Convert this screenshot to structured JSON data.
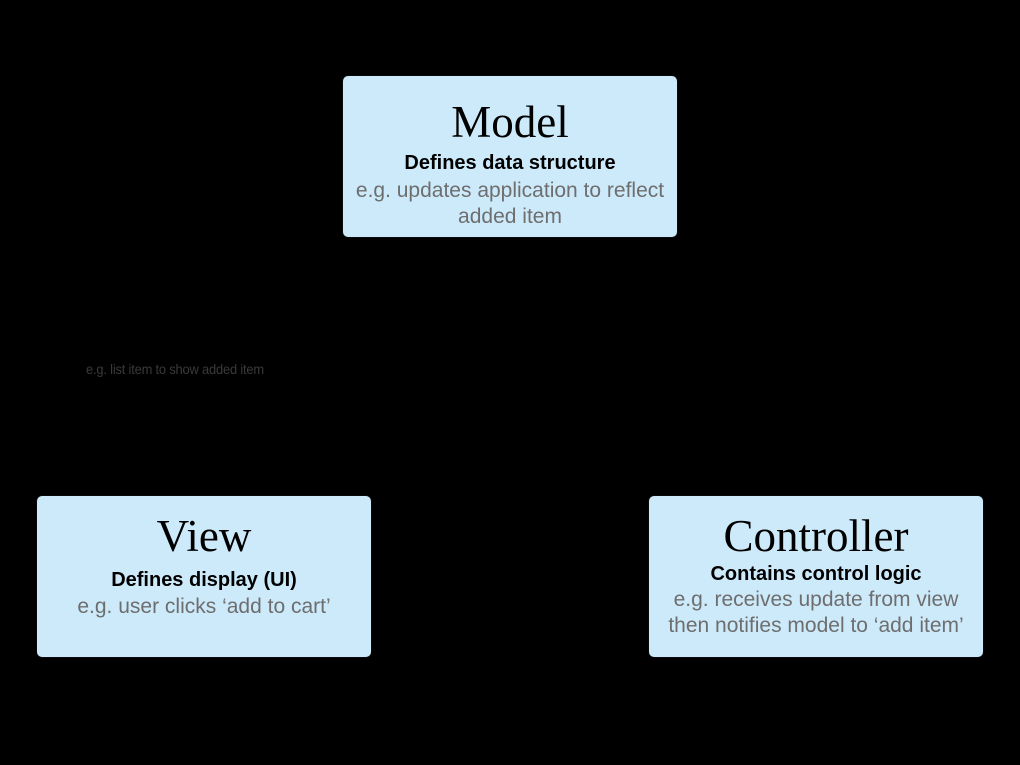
{
  "slide": {
    "background_color": "#000000",
    "card_fill_color": "#cdeafb",
    "card_border_color": "#0a0a0a",
    "title_color": "#000000",
    "subtitle_color": "#000000",
    "note_color": "#6e6e6e",
    "annotation_color": "#3a3a3a"
  },
  "cards": {
    "model": {
      "title": "Model",
      "subtitle": "Defines data structure",
      "note": "e.g. updates application to reflect added item"
    },
    "view": {
      "title": "View",
      "subtitle": "Defines display (UI)",
      "note": "e.g. user clicks ‘add to cart’"
    },
    "controller": {
      "title": "Controller",
      "subtitle": "Contains control logic",
      "note": "e.g. receives update from view then notifies model to ‘add item’"
    }
  },
  "annotations": {
    "list_item": "e.g. list item to show added item"
  }
}
